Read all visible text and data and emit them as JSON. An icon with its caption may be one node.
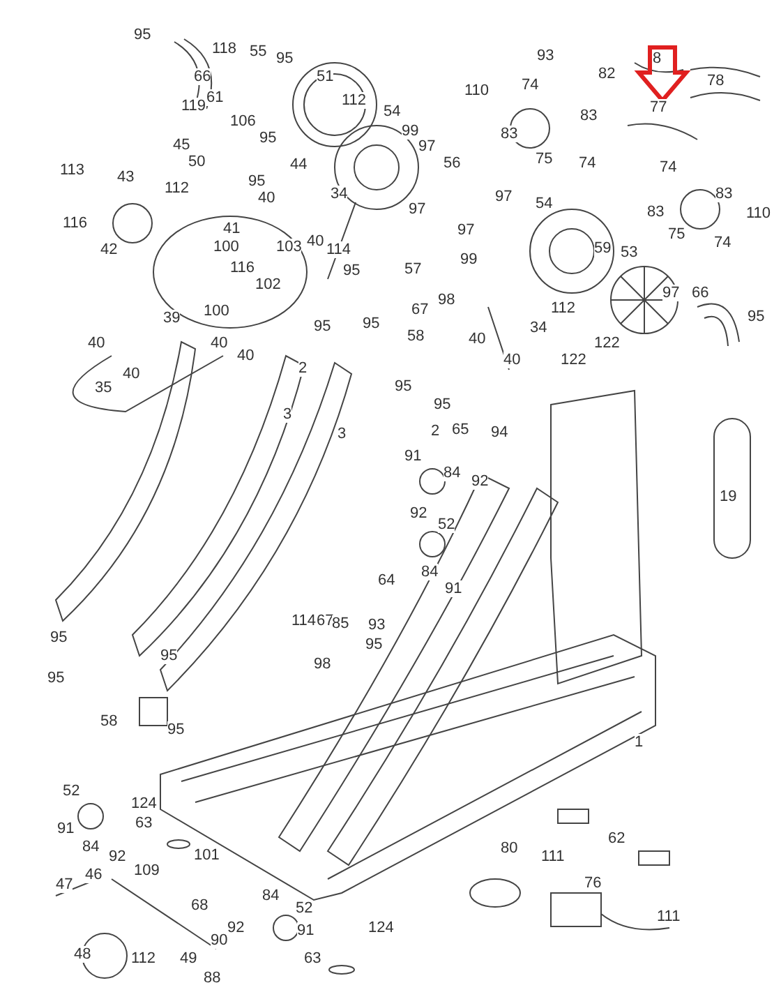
{
  "diagram": {
    "labels": [
      "95",
      "118",
      "55",
      "95",
      "93",
      "8",
      "66",
      "51",
      "82",
      "78",
      "61",
      "112",
      "110",
      "74",
      "119",
      "106",
      "54",
      "83",
      "77",
      "45",
      "95",
      "99",
      "97",
      "83",
      "50",
      "44",
      "56",
      "75",
      "74",
      "113",
      "43",
      "95",
      "112",
      "74",
      "83",
      "83",
      "110",
      "75",
      "74",
      "97",
      "40",
      "34",
      "116",
      "41",
      "42",
      "97",
      "54",
      "97",
      "99",
      "103",
      "40",
      "100",
      "116",
      "114",
      "57",
      "59",
      "53",
      "102",
      "95",
      "67",
      "98",
      "112",
      "39",
      "100",
      "97",
      "66",
      "95",
      "95",
      "95",
      "58",
      "40",
      "40",
      "40",
      "40",
      "2",
      "35",
      "95",
      "95",
      "34",
      "40",
      "40",
      "122",
      "122",
      "19",
      "3",
      "3",
      "2",
      "65",
      "94",
      "91",
      "84",
      "92",
      "92",
      "52",
      "84",
      "91",
      "64",
      "114",
      "67",
      "85",
      "93",
      "95",
      "98",
      "95",
      "95",
      "95",
      "58",
      "95",
      "1",
      "52",
      "124",
      "91",
      "63",
      "101",
      "84",
      "92",
      "46",
      "109",
      "47",
      "68",
      "84",
      "52",
      "92",
      "91",
      "90",
      "48",
      "112",
      "49",
      "88",
      "63",
      "124",
      "80",
      "62",
      "111",
      "111",
      "76"
    ]
  }
}
